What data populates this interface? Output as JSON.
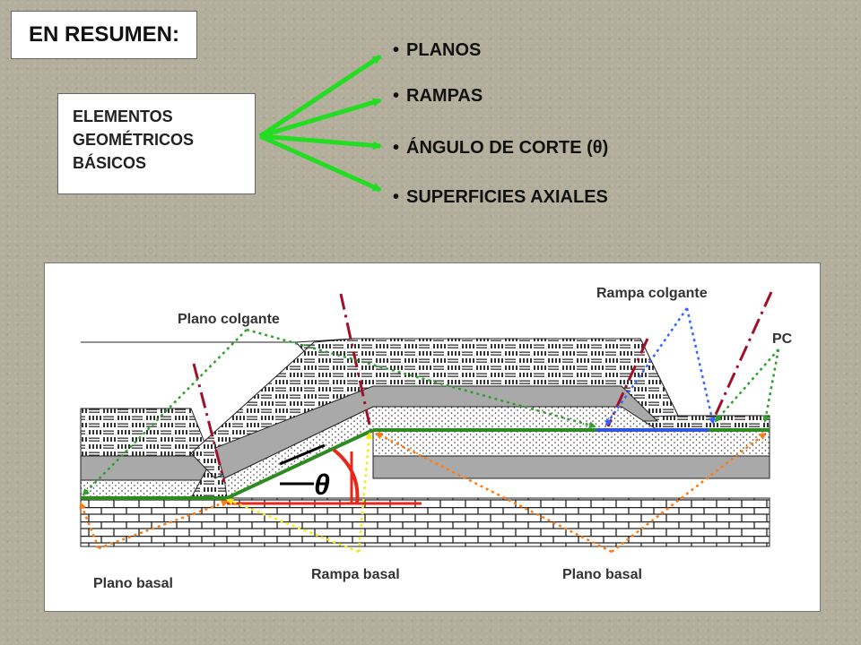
{
  "title": "EN RESUMEN:",
  "elements_box": {
    "line1": "ELEMENTOS",
    "line2": "GEOMÉTRICOS",
    "line3": "BÁSICOS"
  },
  "bullets": [
    {
      "text": "PLANOS"
    },
    {
      "text": "RAMPAS"
    },
    {
      "text": "ÁNGULO DE CORTE (θ)"
    },
    {
      "text": "SUPERFICIES  AXIALES"
    }
  ],
  "bullet_symbol": "•",
  "diagram": {
    "labels": {
      "plano_colgante": "Plano colgante",
      "rampa_colgante": "Rampa colgante",
      "pc": "PC",
      "plano_basal_left": "Plano basal",
      "rampa_basal": "Rampa basal",
      "plano_basal_right": "Plano basal",
      "theta": "θ"
    }
  },
  "colors": {
    "arrow_green": "#22dd22",
    "plane_green": "#2e8b22",
    "ramp_blue": "#3355dd",
    "axial_red": "#a0102a",
    "angle_red": "#e8261a",
    "dotted_orange": "#ff7a10",
    "dotted_yellow": "#f5ec10",
    "dotted_blue": "#3366ff",
    "dotted_green": "#30a030",
    "layer_gray": "#a9a9a9"
  }
}
